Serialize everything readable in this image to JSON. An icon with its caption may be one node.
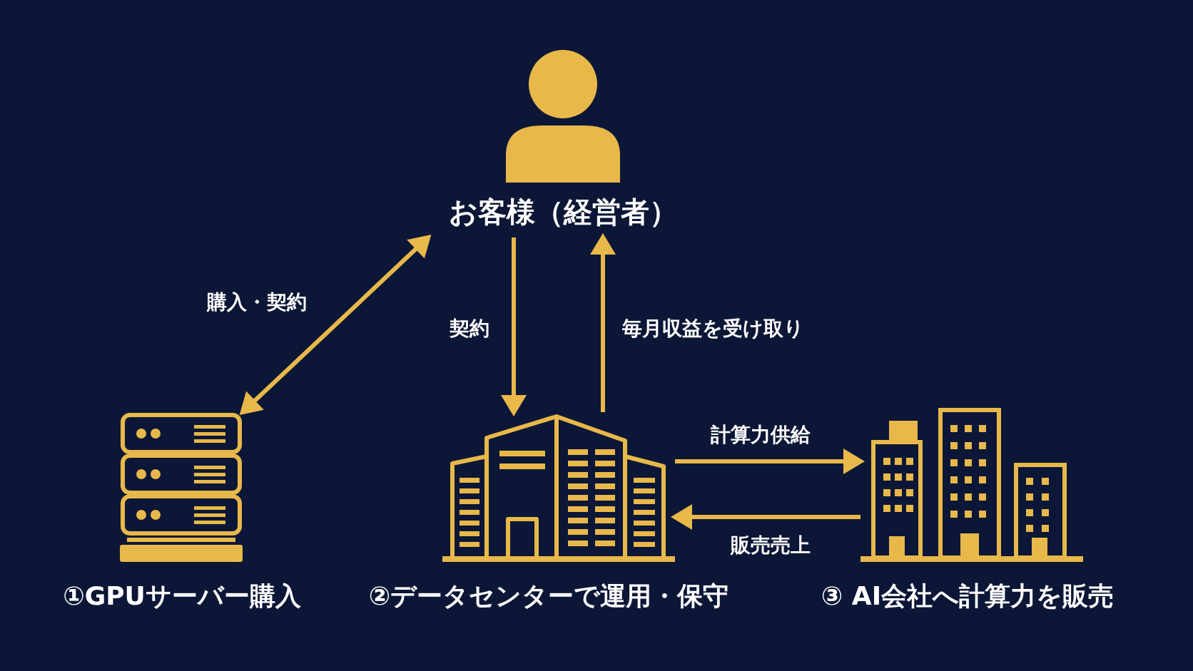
{
  "diagram": {
    "nodes": [
      {
        "text": [
          "お客様（経営者）"
        ]
      },
      {
        "text": [],
        "shape": "picture",
        "beside": [
          "①GPUサーバー購入"
        ]
      },
      {
        "text": [],
        "shape": "picture",
        "beside": [
          "②データセンターで運用・保守"
        ]
      },
      {
        "text": [],
        "shape": "picture",
        "beside": [
          "③ AI会社へ計算力を販売"
        ]
      }
    ],
    "edges": [
      {
        "from": 0,
        "to": 1,
        "arrow": "both",
        "label": "購入・契約"
      },
      {
        "from": 0,
        "to": 2,
        "arrow": "to",
        "label": "契約"
      },
      {
        "from": 2,
        "to": 0,
        "arrow": "to",
        "label": "毎月収益を受け取り"
      },
      {
        "from": 2,
        "to": 3,
        "arrow": "to",
        "label": "計算力供給"
      },
      {
        "from": 3,
        "to": 2,
        "arrow": "to",
        "label": "販売売上"
      }
    ]
  }
}
